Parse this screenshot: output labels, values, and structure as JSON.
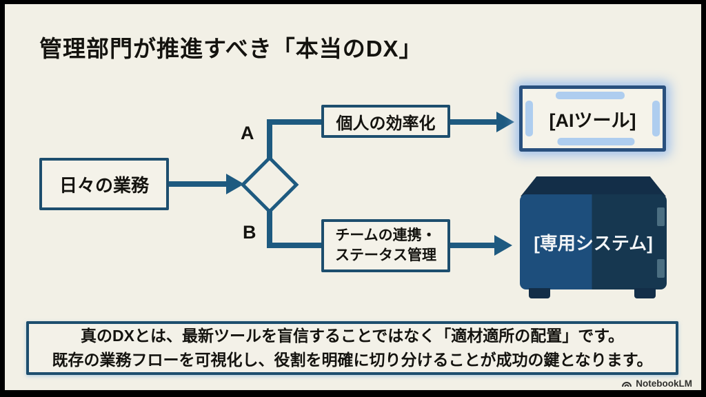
{
  "slide": {
    "title": "管理部門が推進すべき「本当のDX」"
  },
  "flow": {
    "start_label": "日々の業務",
    "branch_a_letter": "A",
    "branch_b_letter": "B",
    "branch_a_label": "個人の効率化",
    "branch_b_label_line1": "チームの連携・",
    "branch_b_label_line2": "ステータス管理",
    "outcome_a_label": "[AIツール]",
    "outcome_b_label": "[専用システム]"
  },
  "summary": {
    "line1": "真のDXとは、最新ツールを盲信することではなく「適材適所の配置」です。",
    "line2": "既存の業務フローを可視化し、役割を明確に切り分けることが成功の鍵となります。"
  },
  "footer": {
    "watermark": "NotebookLM"
  },
  "colors": {
    "background": "#f2f0e6",
    "flow_line": "#1e5a80",
    "box_border": "#1d4e6e",
    "ai_accent": "#aecdef",
    "safe_left": "#1d4e7c",
    "safe_right": "#163750",
    "safe_top": "#132e48",
    "letterbox": "#000000"
  }
}
